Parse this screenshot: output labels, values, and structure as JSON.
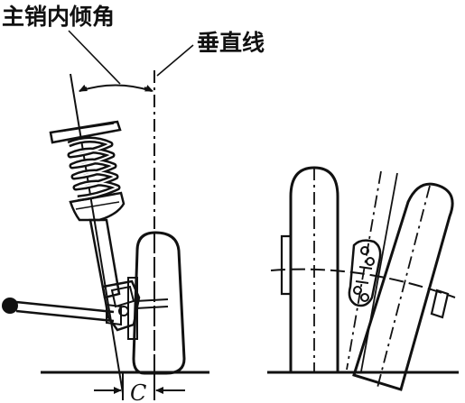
{
  "labels": {
    "kingpin_inclination": "主销内倾角",
    "vertical_line": "垂直线",
    "offset": "C"
  },
  "colors": {
    "ink": "#111111",
    "background": "#ffffff"
  }
}
